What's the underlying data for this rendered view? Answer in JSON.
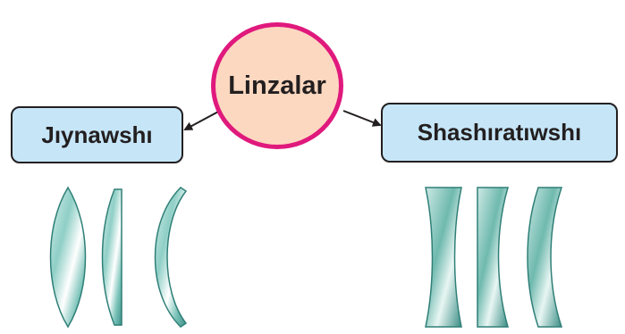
{
  "diagram": {
    "root_label": "Linzalar",
    "left_branch": {
      "label": "Jıynawshı",
      "lenses": [
        "biconvex-lens",
        "plano-convex-lens",
        "convex-meniscus-lens"
      ]
    },
    "right_branch": {
      "label": "Shashıratıwshı",
      "lenses": [
        "biconcave-lens",
        "plano-concave-lens",
        "concave-meniscus-lens"
      ]
    },
    "colors": {
      "root_border": "#e0197d",
      "root_fill": "#fcd8c0",
      "box_fill": "#c6e6f8",
      "lens_glass": "#8fcfc6",
      "lens_edge": "#2f7f77"
    }
  }
}
